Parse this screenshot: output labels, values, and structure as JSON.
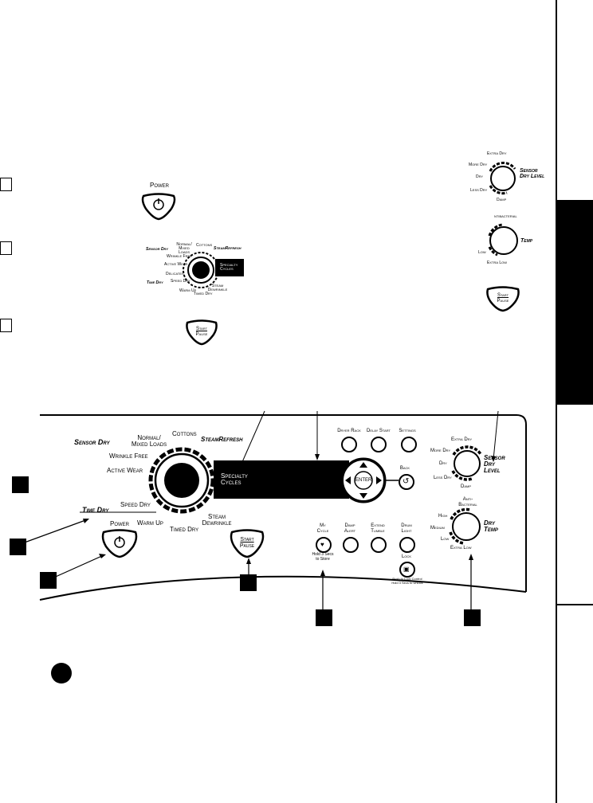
{
  "top": {
    "power_label": "Power",
    "cycles": {
      "sensor_dry": "Sensor Dry",
      "normal_mixed": "Normal/ Mixed Loads",
      "cottons": "Cottons",
      "steam_refresh": "SteamRefresh",
      "wrinkle_free": "Wrinkle Free",
      "active_wear": "Active Wear",
      "delicates": "Delicates",
      "speed_dry": "Speed Dry",
      "time_dry": "Time Dry",
      "warm_up": "Warm Up",
      "timed_dry": "Timed Dry",
      "steam_dewrinkle": "Steam Dewrinkle",
      "specialty": "Specialty Cycles"
    },
    "start": "Start",
    "pause": "Pause",
    "sensor_levels": [
      "Extra Dry",
      "More Dry",
      "Dry",
      "Less Dry",
      "Damp"
    ],
    "sensor_title": "Sensor Dry Level",
    "temp_levels": [
      "ntibacterial",
      "Low",
      "Extra Low"
    ],
    "temp_title": "Temp"
  },
  "panel": {
    "sensor_dry": "Sensor Dry",
    "normal_mixed_1": "Normal/",
    "normal_mixed_2": "Mixed Loads",
    "cottons": "Cottons",
    "steam_refresh": "SteamRefresh",
    "wrinkle_free": "Wrinkle Free",
    "active_wear": "Active Wear",
    "speed_dry": "Speed Dry",
    "time_dry": "Time Dry",
    "warm_up": "Warm Up",
    "timed_dry": "Timed Dry",
    "steam_dewrinkle_1": "Steam",
    "steam_dewrinkle_2": "Dewrinkle",
    "specialty_1": "Specialty",
    "specialty_2": "Cycles",
    "power": "Power",
    "start": "Start",
    "pause": "Pause",
    "dryer_rack": "Dryer Rack",
    "delay_start": "Delay Start",
    "settings": "Settings",
    "back": "Back",
    "enter": "ENTER",
    "my_cycle_1": "My",
    "my_cycle_2": "Cycle",
    "hold_store_1": "Hold 3 Secs",
    "hold_store_2": "to Store",
    "damp_alert_1": "Damp",
    "damp_alert_2": "Alert",
    "extend_tumble_1": "Extend",
    "extend_tumble_2": "Tumble",
    "drum_light_1": "Drum",
    "drum_light_2": "Light",
    "lock": "Lock",
    "lock_note_1": "Push to Lock Control",
    "lock_note_2": "Hold 3 Secs to Unlock",
    "sensor_levels": [
      "Extra Dry",
      "More Dry",
      "Dry",
      "Less Dry",
      "Damp"
    ],
    "sensor_title_1": "Sensor",
    "sensor_title_2": "Dry",
    "sensor_title_3": "Level",
    "temp_levels": [
      "Anti-",
      "Bacterial",
      "High",
      "Medium",
      "Low",
      "Extra Low"
    ],
    "temp_title_1": "Dry",
    "temp_title_2": "Temp"
  }
}
